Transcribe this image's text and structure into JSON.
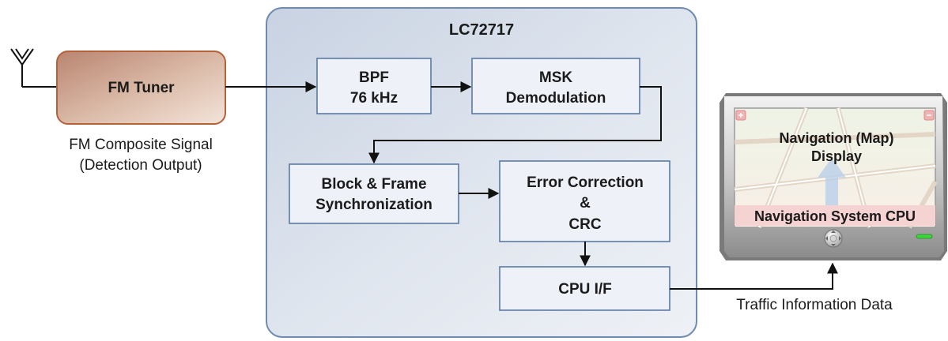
{
  "chip": {
    "title": "LC72717"
  },
  "tuner": {
    "label": "FM Tuner",
    "caption_line1": "FM Composite Signal",
    "caption_line2": "(Detection Output)"
  },
  "blocks": {
    "bpf": {
      "line1": "BPF",
      "line2": "76 kHz"
    },
    "msk": {
      "line1": "MSK",
      "line2": "Demodulation"
    },
    "sync": {
      "line1": "Block & Frame",
      "line2": "Synchronization"
    },
    "ecc": {
      "line1": "Error Correction",
      "line2": "&",
      "line3": "CRC"
    },
    "cpu_if": {
      "label": "CPU I/F"
    }
  },
  "navigation": {
    "display_line1": "Navigation (Map)",
    "display_line2": "Display",
    "cpu_label": "Navigation System CPU"
  },
  "output": {
    "label": "Traffic Information Data"
  },
  "colors": {
    "chip_fill": "#dde3ed",
    "chip_border": "#6f8bb0",
    "block_fill": "#eef1f7",
    "block_border": "#5a7aa3",
    "tuner_fill": "#c9a08a",
    "tuner_border": "#b4623a",
    "nav_bar": "#f6d3d3",
    "led": "#3bd43b"
  }
}
